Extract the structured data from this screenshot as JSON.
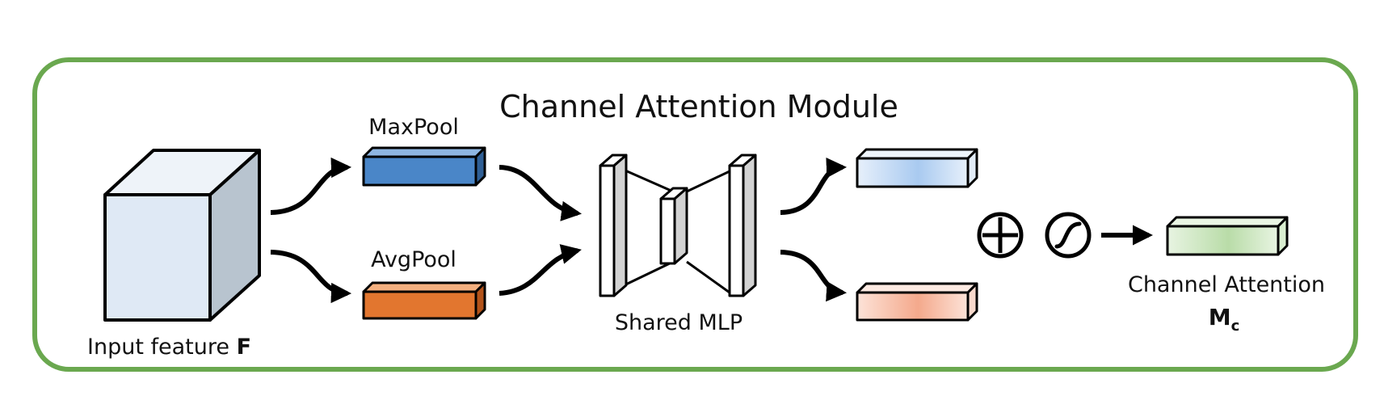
{
  "title": "Channel Attention Module",
  "input": {
    "label": "Input feature ",
    "symbol": "F"
  },
  "maxpool": {
    "label": "MaxPool"
  },
  "avgpool": {
    "label": "AvgPool"
  },
  "mlp": {
    "label": "Shared MLP"
  },
  "output": {
    "label": "Channel Attention",
    "symbol": "M",
    "subscript": "c"
  },
  "operators": {
    "sum": "element-wise-sum",
    "activation": "sigmoid"
  },
  "colors": {
    "border": "#6aa84f",
    "cube_front": "#dfe9f5",
    "cube_side": "#b8c4cf",
    "maxpool": "#4a86c8",
    "avgpool": "#e2762f",
    "max_output": "#c7ddf5",
    "avg_output": "#f6c6b3",
    "channel_attention": "#cfe6c4"
  }
}
